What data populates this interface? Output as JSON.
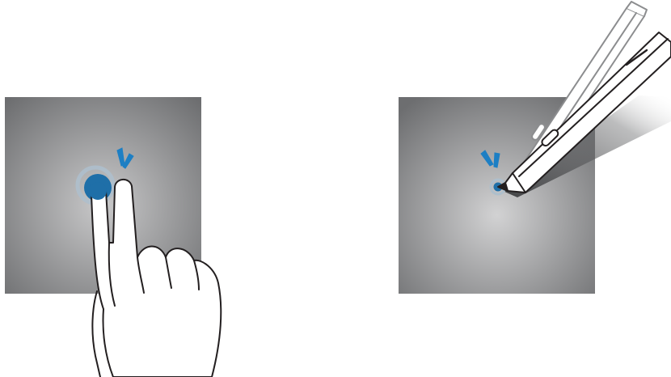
{
  "illustrations": [
    {
      "name": "finger-tap-illustration",
      "gesture": "two-finger-tap",
      "icons": [
        "screen-panel",
        "hand-icon",
        "touch-point-icon",
        "tap-feedback-icon"
      ]
    },
    {
      "name": "pen-tap-illustration",
      "gesture": "stylus-tap",
      "icons": [
        "screen-panel",
        "stylus-pen-icon",
        "touch-point-icon",
        "tap-feedback-icon"
      ]
    }
  ],
  "colors": {
    "panel_center": "#c9c9ca",
    "panel_edge": "#6d6e70",
    "touch_blue": "#1f6fa8",
    "touch_ring": "#9fb6c7",
    "feedback_blue": "#1d7fc4",
    "outline": "#231f20",
    "pen_body": "#ffffff",
    "pen_shadow": "#4a4b4d"
  }
}
